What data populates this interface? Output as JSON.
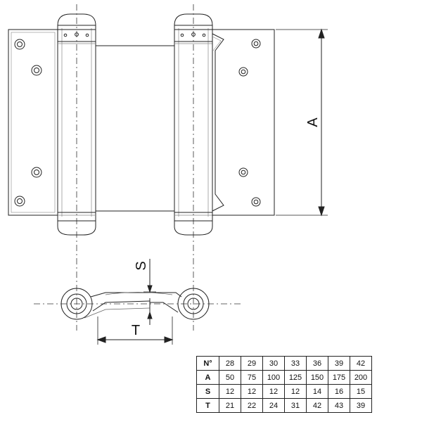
{
  "drawing": {
    "dimension_labels": {
      "height": "A",
      "spring_offset": "S",
      "body_width": "T"
    }
  },
  "spec_table": {
    "rows": [
      {
        "key": "N°",
        "values": [
          "28",
          "29",
          "30",
          "33",
          "36",
          "39",
          "42"
        ]
      },
      {
        "key": "A",
        "values": [
          "50",
          "75",
          "100",
          "125",
          "150",
          "175",
          "200"
        ]
      },
      {
        "key": "S",
        "values": [
          "12",
          "12",
          "12",
          "12",
          "14",
          "16",
          "15"
        ]
      },
      {
        "key": "T",
        "values": [
          "21",
          "22",
          "24",
          "31",
          "42",
          "43",
          "39"
        ]
      }
    ]
  }
}
